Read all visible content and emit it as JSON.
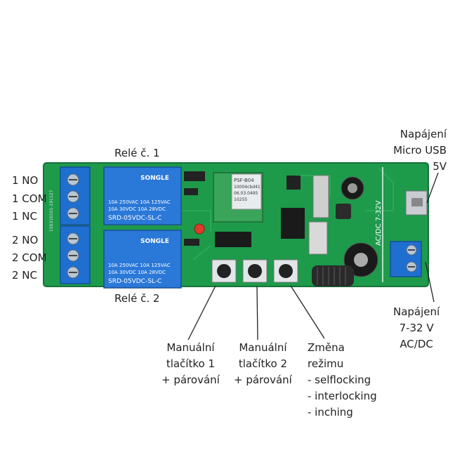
{
  "labels": {
    "relay1": "Relé č. 1",
    "relay2": "Relé č. 2",
    "terminal_left": [
      "1 NO",
      "1 COM",
      "1 NC",
      "2 NO",
      "2 COM",
      "2 NC"
    ],
    "usb_power": "Napájení\nMicro USB\n5V",
    "dc_power": "Napájení\n7-32 V\nAC/DC",
    "button1": "Manuální\ntlačítko 1\n+ párování",
    "button2": "Manuální\ntlačítko 2\n+ párování",
    "mode": "Změna\nrežimu\n- selflocking\n- interlocking\n- inching"
  },
  "board_text": {
    "relay_brand": "SONGLE",
    "relay_rating_1": "10A 250VAC  10A 125VAC",
    "relay_rating_2": "10A  30VDC  10A  28VDC",
    "relay_model": "SRD-05VDC-SL-C",
    "module_line1": "PSF-B04",
    "module_line2": "10004cbd41",
    "module_line3": "06.03.0495",
    "module_line4": "10255",
    "voltage_print": "AC/DC 7-32V",
    "pcb_code": "150310101-191127"
  },
  "colors": {
    "pcb": "#1f9a4a",
    "terminal": "#1f6fd0",
    "relay": "#2a78d8"
  }
}
